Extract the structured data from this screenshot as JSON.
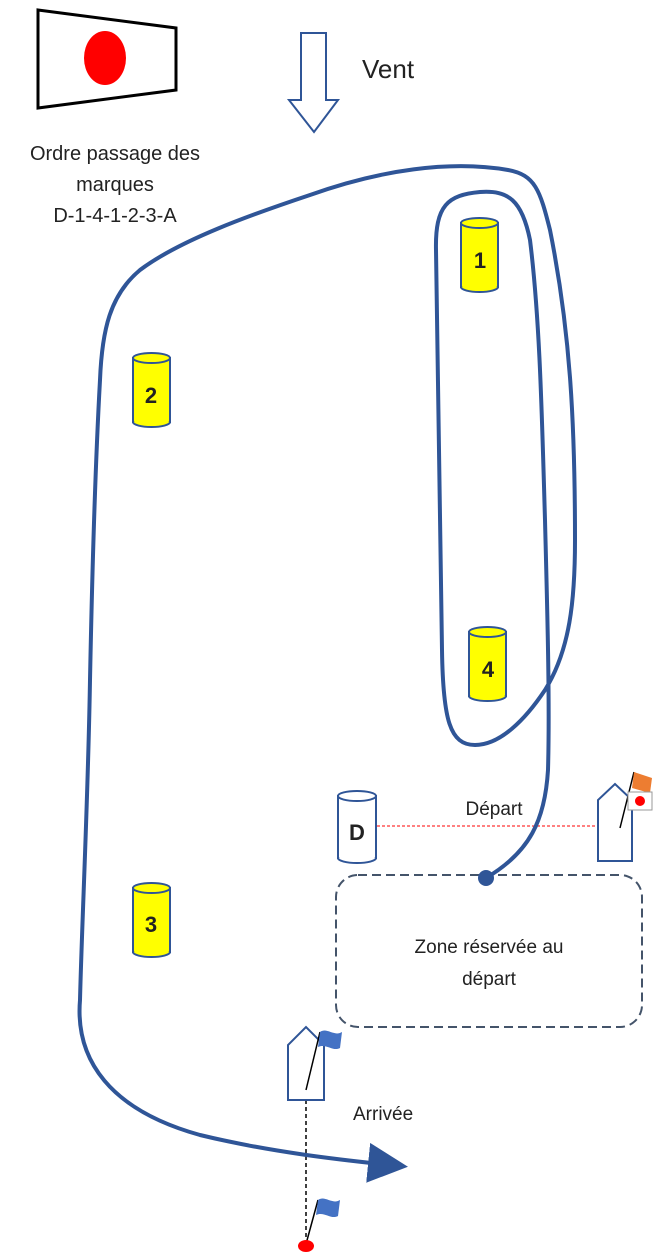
{
  "wind_label": "Vent",
  "course_order": {
    "line1": "Ordre passage des",
    "line2": "marques",
    "line3": "D-1-4-1-2-3-A"
  },
  "marks": {
    "mark_1": "1",
    "mark_2": "2",
    "mark_3": "3",
    "mark_4": "4",
    "mark_d": "D"
  },
  "start_label": "Départ",
  "finish_label": "Arrivée",
  "start_zone": {
    "line1": "Zone réservée au",
    "line2": "départ"
  },
  "colors": {
    "route": "#2f5597",
    "buoy_fill": "#ffff00",
    "flag_dot": "#ff0000",
    "start_line": "#ff0000",
    "zone_border": "#44546a",
    "flag_orange": "#ed7d31",
    "flag_blue": "#4472c4"
  }
}
